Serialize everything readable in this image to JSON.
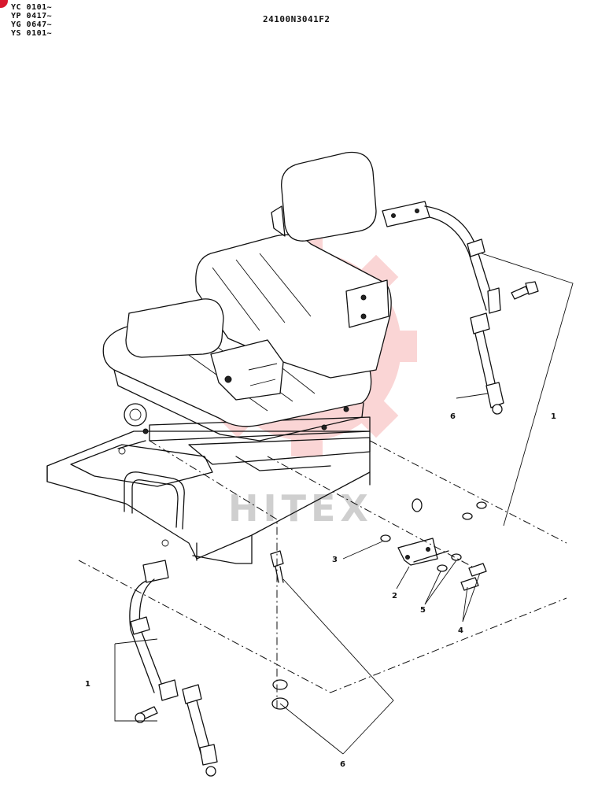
{
  "header": {
    "serial_ranges": [
      "YC 0101~",
      "YP 0417~",
      "YG 0647~",
      "YS 0101~"
    ],
    "drawing_code": "24100N3041F2"
  },
  "watermark": {
    "text": "HITEX",
    "color": "#f4a0a0"
  },
  "callouts": {
    "belt_assembly_right": "1",
    "belt_assembly_left": "1",
    "bracket": "2",
    "washer": "3",
    "bolts": "4",
    "washers": "5",
    "belt_buckle_right": "6",
    "belt_buckle_left": "6"
  },
  "colors": {
    "ink": "#111111",
    "corner_mark": "#d8182e"
  }
}
